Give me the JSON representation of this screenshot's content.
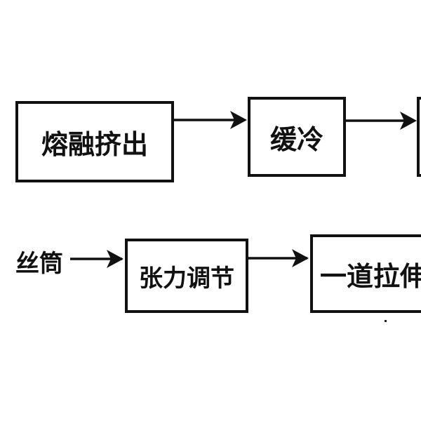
{
  "diagram": {
    "nodes": {
      "extrusion": "熔融挤出",
      "slow_cool": "缓冷",
      "tension": "张力调节",
      "draw": "一道拉伸",
      "spool": "丝筒"
    },
    "edges": [
      {
        "from": "extrusion",
        "to": "slow_cool"
      },
      {
        "from": "slow_cool",
        "to": "edge-top"
      },
      {
        "from": "spool",
        "to": "tension"
      },
      {
        "from": "tension",
        "to": "draw"
      }
    ],
    "colors": {
      "stroke": "#111111",
      "background": "#ffffff"
    }
  }
}
